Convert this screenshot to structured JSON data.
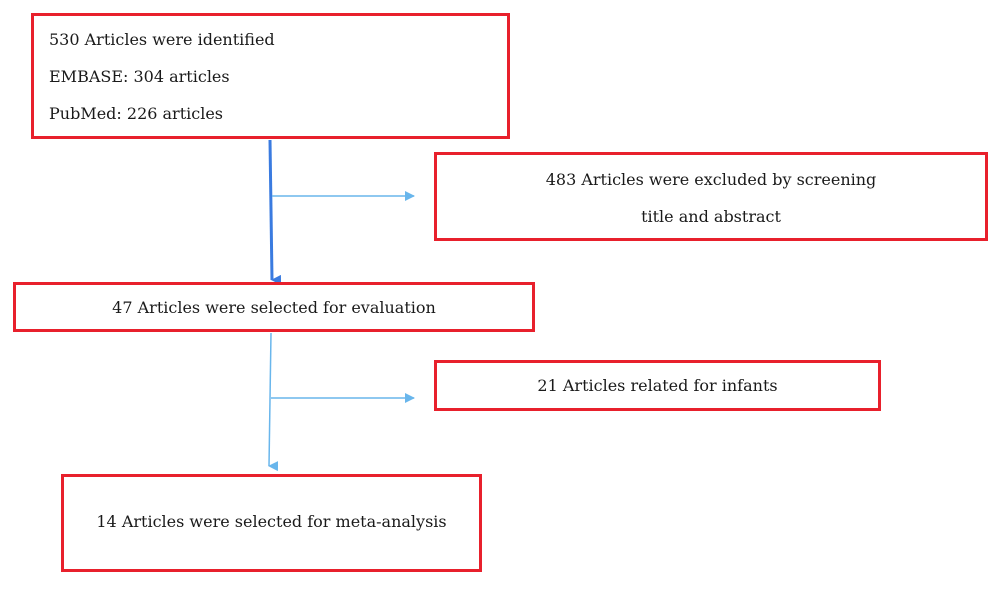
{
  "colors": {
    "box_border": "#e8202c",
    "arrow_main": "#3a7be0",
    "arrow_light": "#69b6ec",
    "text": "#1a1a1a"
  },
  "boxes": {
    "identified": {
      "line1": "530 Articles were identified",
      "line2": "EMBASE: 304 articles",
      "line3": "PubMed: 226 articles"
    },
    "excluded_screening": {
      "line1": "483 Articles were excluded by screening",
      "line2": "title and abstract"
    },
    "selected_evaluation": {
      "line1": "47 Articles were selected for evaluation"
    },
    "infants": {
      "line1": "21 Articles related for infants"
    },
    "meta_analysis": {
      "line1": "14 Articles were selected for meta-analysis"
    }
  }
}
